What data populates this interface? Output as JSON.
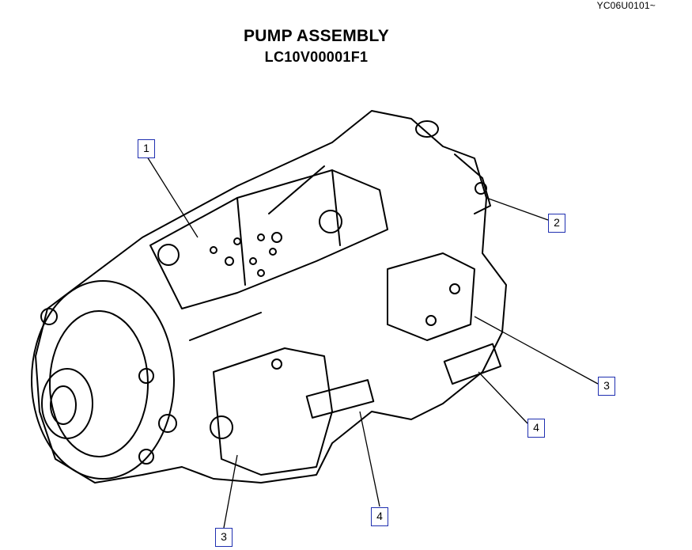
{
  "header": {
    "doc_ref": "YC06U0101~",
    "title": "PUMP ASSEMBLY",
    "part_number": "LC10V00001F1"
  },
  "colors": {
    "callout_border": "#1f2fb0",
    "line": "#000000"
  },
  "callouts": [
    {
      "label": "1"
    },
    {
      "label": "2"
    },
    {
      "label": "3"
    },
    {
      "label": "4"
    },
    {
      "label": "4"
    },
    {
      "label": "3"
    }
  ]
}
